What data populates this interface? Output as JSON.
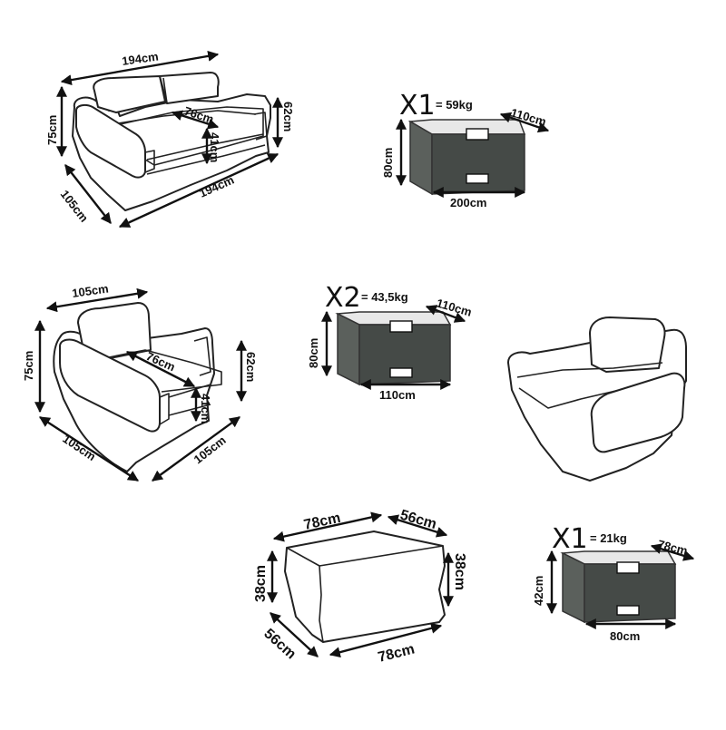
{
  "sofa": {
    "width_top": "194cm",
    "width_bottom": "194cm",
    "height": "75cm",
    "back_height": "62cm",
    "depth": "105cm",
    "seat_depth": "76cm",
    "seat_height": "41cm"
  },
  "sofa_box": {
    "qty": "X1",
    "weight": "= 59kg",
    "depth": "110cm",
    "height": "80cm",
    "width": "200cm"
  },
  "armchair": {
    "width_top": "105cm",
    "height": "75cm",
    "back_height": "62cm",
    "depth": "105cm",
    "width_bottom": "105cm",
    "seat_depth": "76cm",
    "seat_height": "41cm"
  },
  "armchair_box": {
    "qty": "X2",
    "weight": "= 43,5kg",
    "depth": "110cm",
    "height": "80cm",
    "width": "110cm"
  },
  "table": {
    "width_top": "78cm",
    "depth_top": "56cm",
    "height_left": "38cm",
    "height_right": "38cm",
    "depth_bottom": "56cm",
    "width_bottom": "78cm"
  },
  "table_box": {
    "qty": "X1",
    "weight": "= 21kg",
    "depth": "78cm",
    "height": "42cm",
    "width": "80cm"
  }
}
